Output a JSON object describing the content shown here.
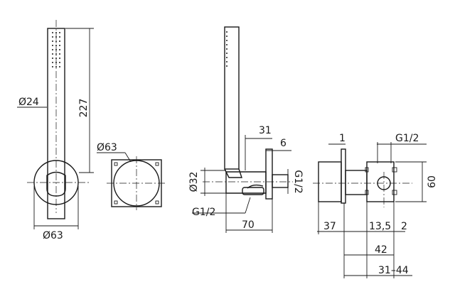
{
  "view_front": {
    "head_diameter": "Ø24",
    "total_height": "227",
    "base_diameter": "Ø63"
  },
  "view_plate": {
    "plate_diameter": "Ø63"
  },
  "view_side": {
    "body_diameter": "Ø32",
    "offset_31": "31",
    "offset_6": "6",
    "thread_right": "G1/2",
    "thread_bottom": "G1/2",
    "depth_70": "70"
  },
  "view_section": {
    "wall_1": "1",
    "thread_top": "G1/2",
    "height_60": "60",
    "dim_37": "37",
    "dim_13_5": "13,5",
    "dim_2": "2",
    "dim_42": "42",
    "dim_range": "31–44"
  }
}
